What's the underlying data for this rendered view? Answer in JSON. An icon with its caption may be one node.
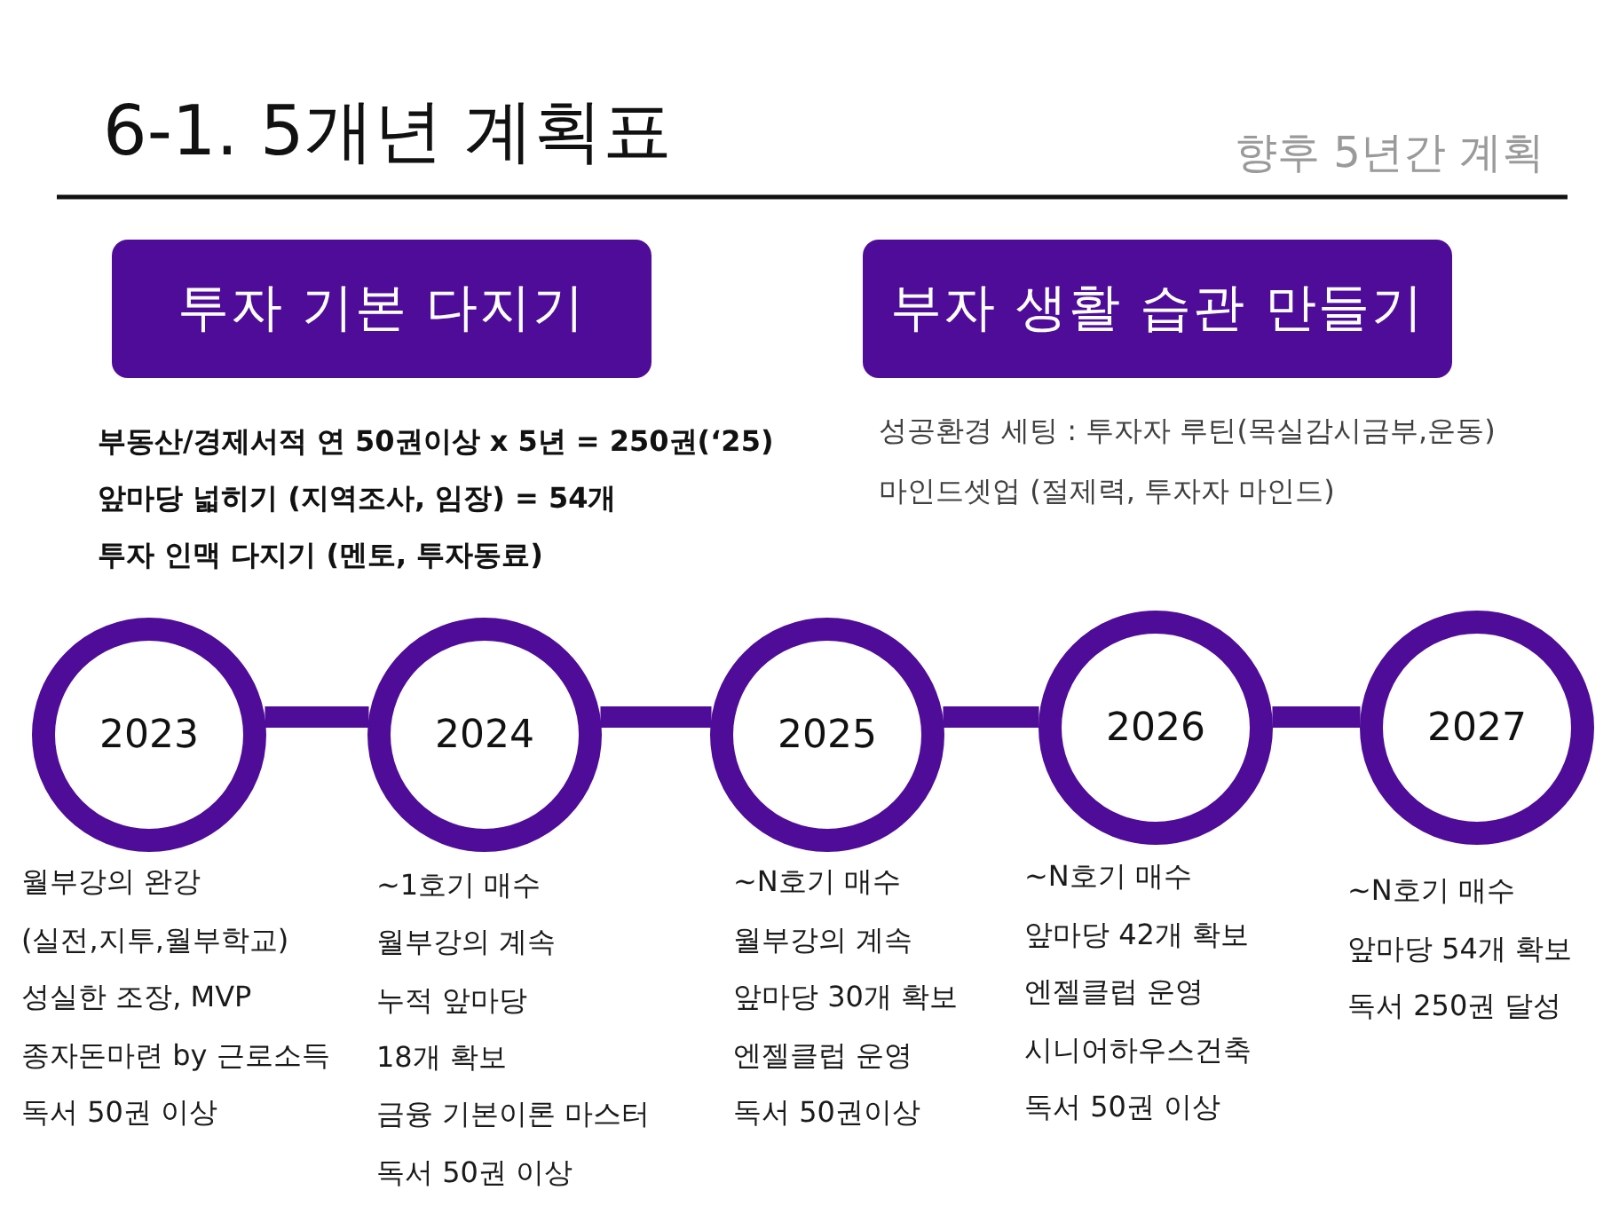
{
  "diagram": {
    "title": "6-1. 5개년 계획표",
    "nodes": [
      {
        "text": [
          "투자 기본 다지기"
        ],
        "beside": [
          "부동산/경제서적 연 50권이상 x 5년 = 250권(‘25)",
          "앞마당 넓히기 (지역조사, 임장) = 54개",
          "투자 인맥 다지기 (멘토, 투자동료)"
        ]
      },
      {
        "text": [
          "부자 생활 습관 만들기"
        ],
        "beside": [
          "성공환경 세팅 : 투자자 루틴(목실감시금부,운동)",
          "마인드셋업 (절제력, 투자자 마인드)"
        ]
      },
      {
        "text": [
          "2023"
        ],
        "beside": [
          "월부강의 완강",
          "(실전,지투,월부학교)",
          "성실한 조장, MVP",
          "종자돈마련 by 근로소득",
          "독서 50권 이상"
        ]
      },
      {
        "text": [
          "2024"
        ],
        "beside": [
          "~1호기 매수",
          "월부강의 계속",
          "누적 앞마당",
          "18개 확보",
          "금융 기본이론 마스터",
          "독서 50권 이상"
        ]
      },
      {
        "text": [
          "2025"
        ],
        "beside": [
          "~N호기 매수",
          "월부강의 계속",
          "앞마당 30개 확보",
          "엔젤클럽 운영",
          "독서 50권이상"
        ]
      },
      {
        "text": [
          "2026"
        ],
        "beside": [
          "~N호기 매수",
          "앞마당 42개 확보",
          "엔젤클럽 운영",
          "시니어하우스건축",
          "독서 50권 이상"
        ]
      },
      {
        "text": [
          "2027"
        ],
        "beside": [
          "~N호기 매수",
          "앞마당 54개 확보",
          "독서 250권 달성"
        ]
      }
    ],
    "edges": [
      {
        "from": 2,
        "to": 3,
        "arrow": "none"
      },
      {
        "from": 3,
        "to": 4,
        "arrow": "none"
      },
      {
        "from": 4,
        "to": 5,
        "arrow": "none"
      },
      {
        "from": 5,
        "to": 6,
        "arrow": "none"
      }
    ],
    "labels": [
      "향후 5년간 계획"
    ]
  }
}
